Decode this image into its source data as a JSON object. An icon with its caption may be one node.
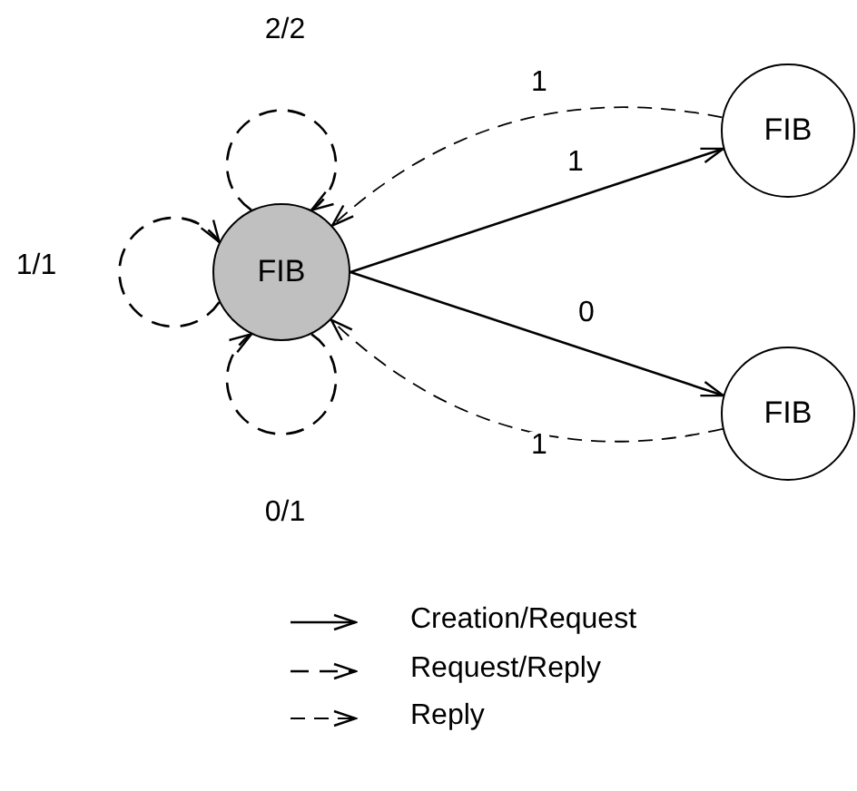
{
  "diagram": {
    "nodes": [
      {
        "text": [
          "FIB"
        ]
      },
      {
        "text": [
          "FIB"
        ]
      },
      {
        "text": [
          "FIB"
        ]
      }
    ],
    "edges": [
      {
        "from": 0,
        "to": 0,
        "label": "2/2",
        "arrow": "to",
        "style": "dashed"
      },
      {
        "from": 0,
        "to": 0,
        "label": "1/1",
        "arrow": "to",
        "style": "dashed"
      },
      {
        "from": 0,
        "to": 0,
        "label": "0/1",
        "arrow": "to",
        "style": "dashed"
      },
      {
        "from": 1,
        "to": 0,
        "label": "1",
        "arrow": "to",
        "style": "dashed"
      },
      {
        "from": 0,
        "to": 1,
        "label": "1",
        "arrow": "to"
      },
      {
        "from": 0,
        "to": 2,
        "label": "0",
        "arrow": "to"
      },
      {
        "from": 2,
        "to": 0,
        "label": "1",
        "arrow": "to",
        "style": "dashed"
      }
    ],
    "legend": [
      {
        "text": "Creation/Request"
      },
      {
        "text": "Request/Reply"
      },
      {
        "text": "Reply"
      }
    ]
  }
}
